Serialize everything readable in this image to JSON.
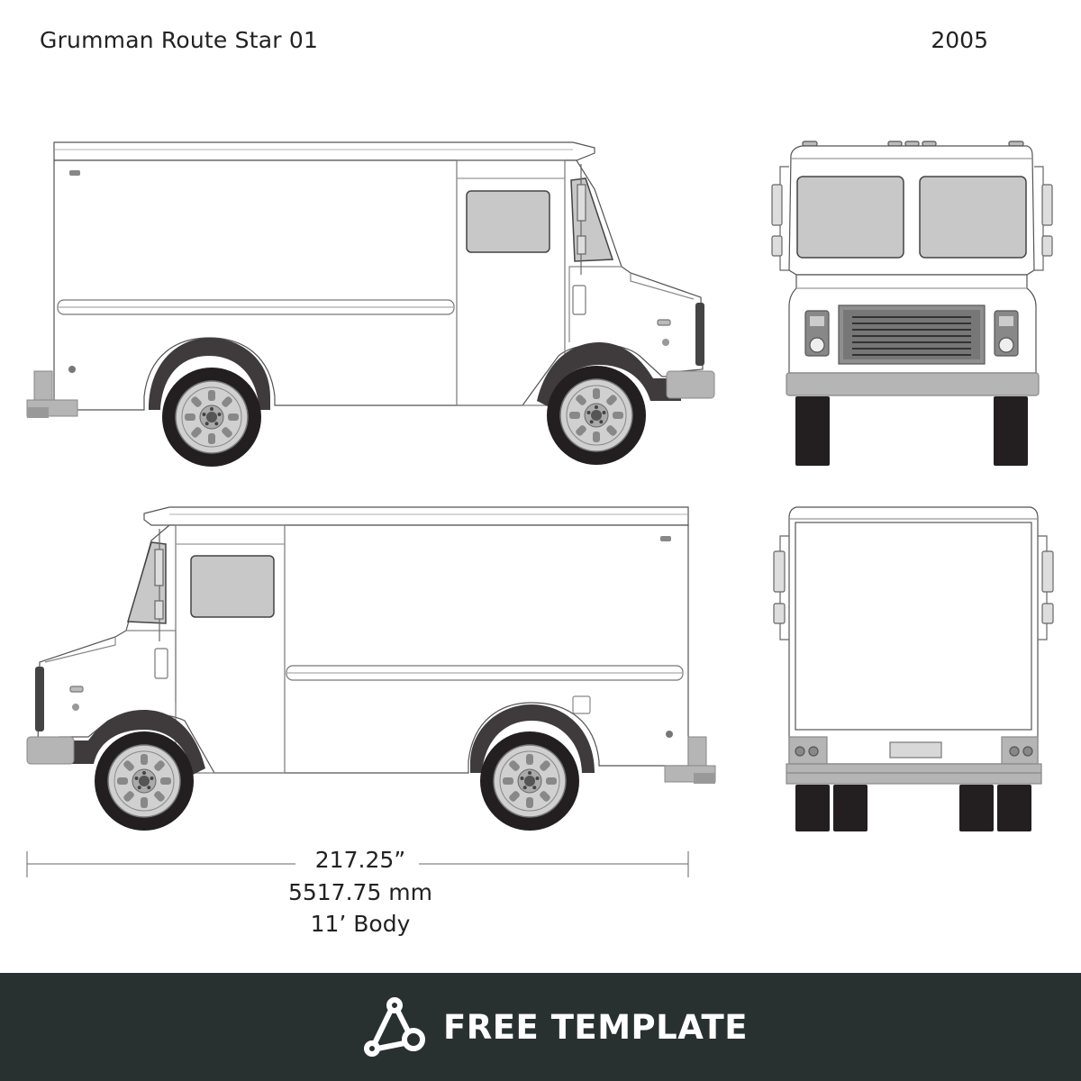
{
  "header": {
    "title": "Grumman Route Star 01",
    "year": "2005"
  },
  "dimensions": {
    "inches": "217.25”",
    "millimeters": "5517.75 mm",
    "body": "11’ Body"
  },
  "footer": {
    "label": "FREE TEMPLATE",
    "logo_icon": "triangle-nodes-icon"
  },
  "colors": {
    "outline": "#555555",
    "glass": "#c8c8c8",
    "tire": "#231f20",
    "fender": "#3f3b3c",
    "bumper": "#b5b5b5",
    "footer_bg": "#283130"
  }
}
